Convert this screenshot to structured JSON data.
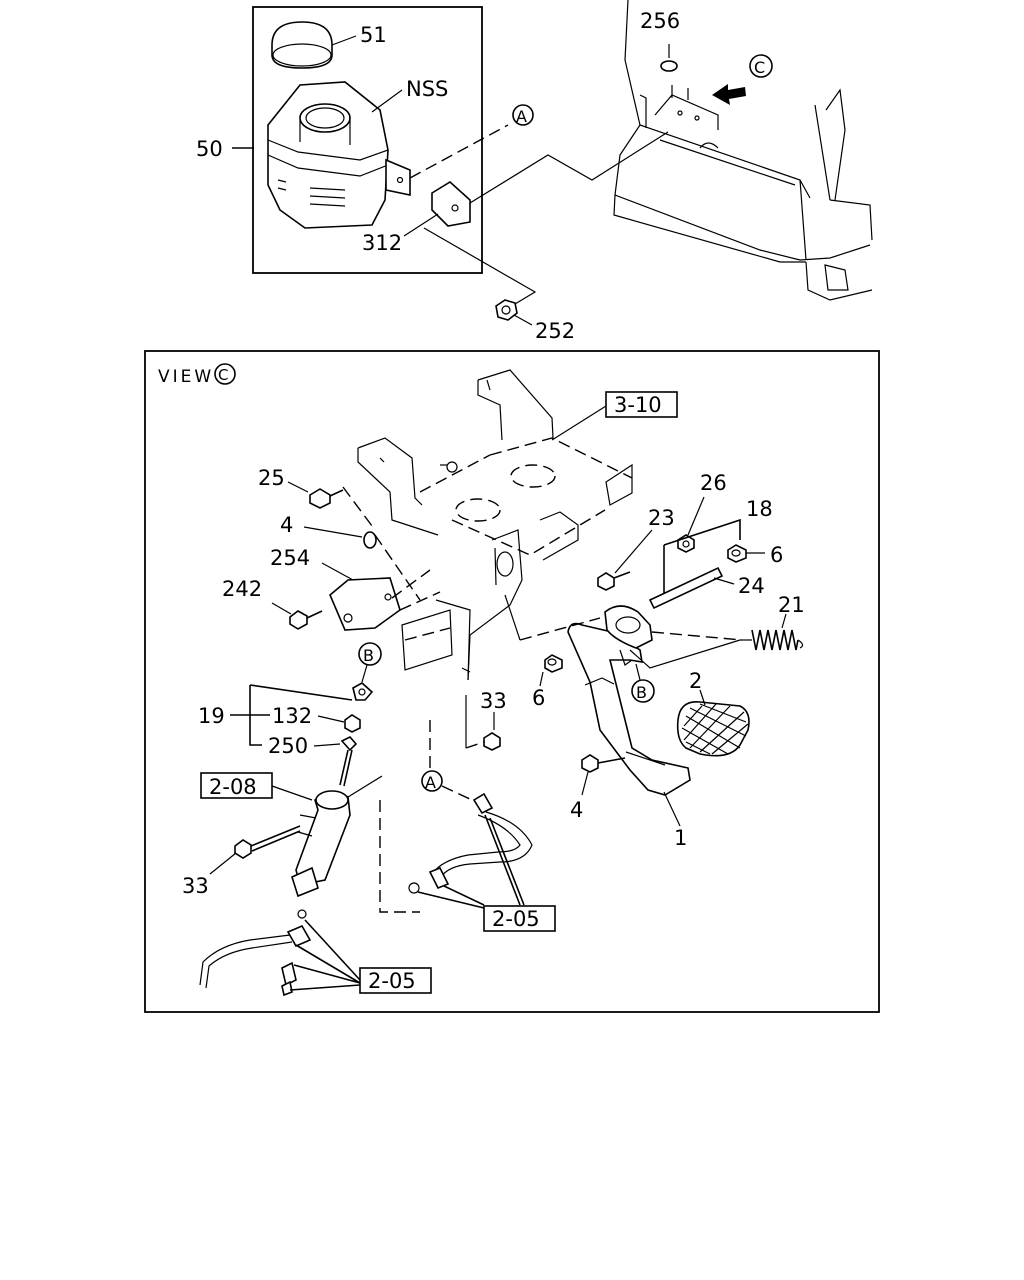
{
  "view_title": "VIEW",
  "circle_letters": {
    "a": "A",
    "b": "B",
    "c": "C"
  },
  "callouts": {
    "p51": "51",
    "nss": "NSS",
    "p50": "50",
    "p312": "312",
    "p252": "252",
    "p256": "256",
    "p25": "25",
    "p4a": "4",
    "p254": "254",
    "p242": "242",
    "p19": "19",
    "p132": "132",
    "p250": "250",
    "p33a": "33",
    "p6a": "6",
    "p23": "23",
    "p26": "26",
    "p18": "18",
    "p6b": "6",
    "p24": "24",
    "p21": "21",
    "p2": "2",
    "p4b": "4",
    "p1": "1",
    "p33b": "33"
  },
  "boxed_refs": {
    "r310": "3-10",
    "r208": "2-08",
    "r205a": "2-05",
    "r205b": "2-05"
  }
}
